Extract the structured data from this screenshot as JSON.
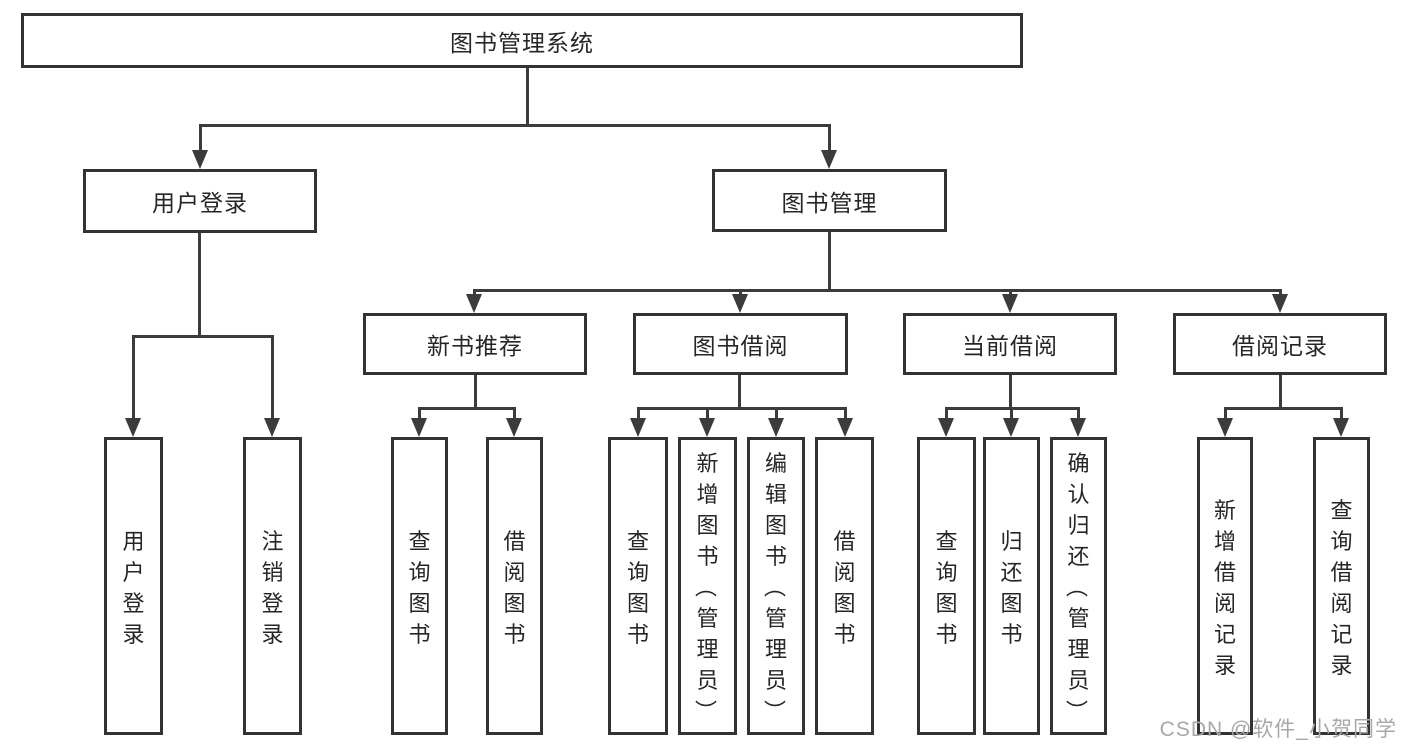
{
  "diagram": {
    "root": {
      "label": "图书管理系统"
    },
    "level2": {
      "user_login": {
        "label": "用户登录"
      },
      "book_management": {
        "label": "图书管理"
      }
    },
    "level3": {
      "new_book_recommendation": {
        "label": "新书推荐"
      },
      "book_borrowing": {
        "label": "图书借阅"
      },
      "current_borrowing": {
        "label": "当前借阅"
      },
      "borrowing_records": {
        "label": "借阅记录"
      }
    },
    "level4": {
      "user_login_children": {
        "user_login": {
          "label": "用户登录"
        },
        "logout": {
          "label": "注销登录"
        }
      },
      "new_book_recommendation_children": {
        "query_books": {
          "label": "查询图书"
        },
        "borrow_books": {
          "label": "借阅图书"
        }
      },
      "book_borrowing_children": {
        "query_books": {
          "label": "查询图书"
        },
        "add_books_admin": {
          "label": "新增图书（管理员）"
        },
        "edit_books_admin": {
          "label": "编辑图书（管理员）"
        },
        "borrow_books": {
          "label": "借阅图书"
        }
      },
      "current_borrowing_children": {
        "query_books": {
          "label": "查询图书"
        },
        "return_books": {
          "label": "归还图书"
        },
        "confirm_return_admin": {
          "label": "确认归还（管理员）"
        }
      },
      "borrowing_records_children": {
        "add_borrow_record": {
          "label": "新增借阅记录"
        },
        "query_borrow_record": {
          "label": "查询借阅记录"
        }
      }
    }
  },
  "watermark": {
    "text": "CSDN @软件_小贺同学"
  },
  "colors": {
    "line": "#3b3b3b",
    "box_border": "#333333",
    "text": "#262626",
    "watermark_gray": "#a8a8a8",
    "background": "#ffffff"
  }
}
